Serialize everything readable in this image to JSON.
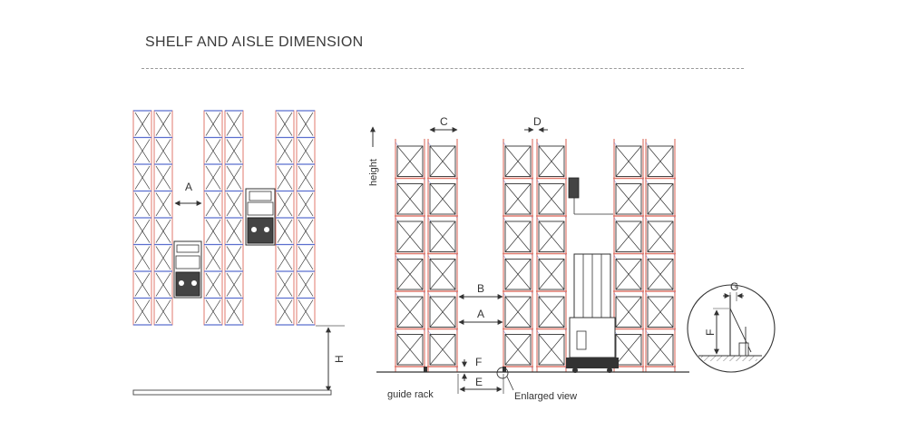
{
  "title": "SHELF AND AISLE DIMENSION",
  "plan_view": {
    "label_a": "A",
    "label_h": "H"
  },
  "elevation_view": {
    "height_label": "height",
    "label_a": "A",
    "label_b": "B",
    "label_c": "C",
    "label_d": "D",
    "label_e": "E",
    "label_f": "F",
    "guide_rack": "guide rack",
    "enlarged_view": "Enlarged view"
  },
  "detail_view": {
    "label_f": "F",
    "label_g": "G"
  },
  "colors": {
    "upright": "#e07a6e",
    "beam": "#5b6fcf",
    "line": "#333333"
  }
}
